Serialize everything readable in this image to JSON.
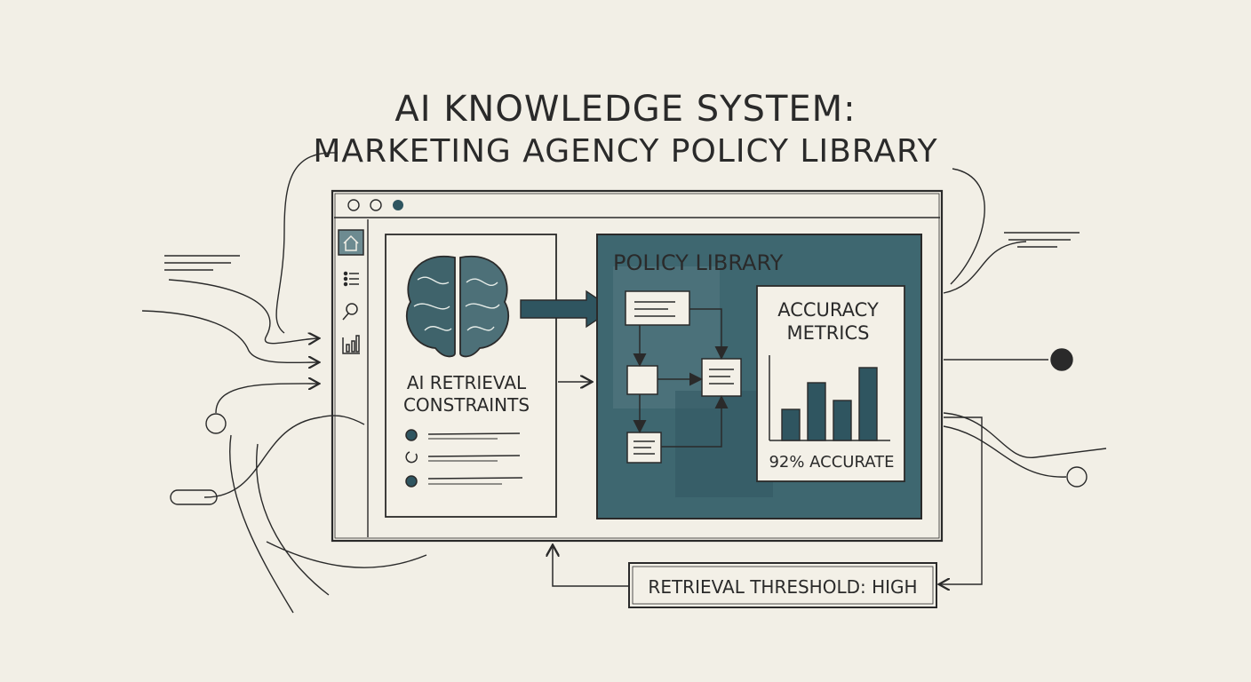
{
  "title": {
    "line1": "AI KNOWLEDGE SYSTEM:",
    "line2": "MARKETING AGENCY POLICY LIBRARY"
  },
  "window": {
    "sidebar_icons": [
      "home-icon",
      "list-icon",
      "search-icon",
      "chart-icon"
    ],
    "left_panel": {
      "label_line1": "AI RETRIEVAL",
      "label_line2": "CONSTRAINTS",
      "list_bullets": [
        "filled",
        "open",
        "filled"
      ]
    },
    "center_panel": {
      "title": "POLICY LIBRARY"
    },
    "metrics_panel": {
      "title_line1": "ACCURACY",
      "title_line2": "METRICS",
      "bar_values": [
        0.35,
        0.65,
        0.45,
        0.82
      ],
      "caption": "92% ACCURATE"
    }
  },
  "threshold_box": {
    "label": "RETRIEVAL THRESHOLD: HIGH"
  },
  "colors": {
    "ink": "#2a2a2a",
    "paper": "#f2efe6",
    "teal": "#2f5560",
    "teal_light": "#5f8088"
  }
}
